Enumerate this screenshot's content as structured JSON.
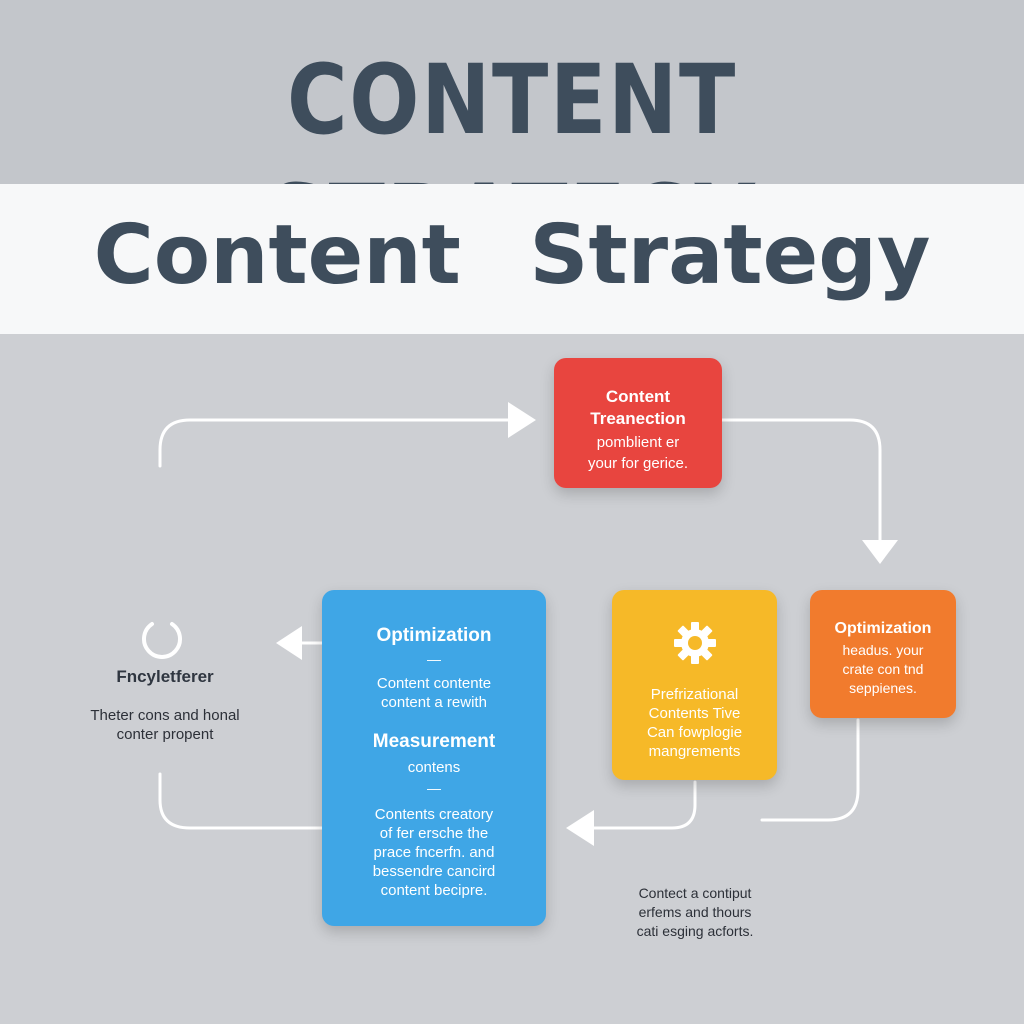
{
  "header": {
    "title": "CONTENT STRATEGY",
    "subtitle": "Content Strategy"
  },
  "nodes": {
    "red": {
      "title": [
        "Content",
        "Treanection"
      ],
      "body": [
        "pomblient er",
        "your for gerice."
      ]
    },
    "blue": {
      "heading1": "Optimization",
      "divider": "—",
      "text1": [
        "Content contente",
        "content a rewith"
      ],
      "heading2": "Measurement",
      "text2": [
        "contens"
      ],
      "divider2": "—",
      "text3": [
        "Contents creatory",
        "of fer ersche the",
        "prace fncerfn. and",
        "bessendre cancird",
        "content becipre."
      ]
    },
    "yellow": {
      "icon": "gear-icon",
      "body": [
        "Prefrizational",
        "Contents Tive",
        "Can fowplogie",
        "mangrements"
      ]
    },
    "orange": {
      "title": "Optimization",
      "body": [
        "headus. your",
        "crate con tnd",
        "seppienes."
      ]
    },
    "left": {
      "icon": "ring-icon",
      "title": "Fncyletferer",
      "body": [
        "Theter cons and honal",
        "conter propent"
      ]
    },
    "note": {
      "body": [
        "Contect a contiput",
        "erfems and thours",
        "cati esging acforts."
      ]
    }
  },
  "colors": {
    "red": "#e8453f",
    "blue": "#3fa6e6",
    "yellow": "#f6b928",
    "orange": "#f17b2d",
    "title": "#3e4d5c"
  }
}
